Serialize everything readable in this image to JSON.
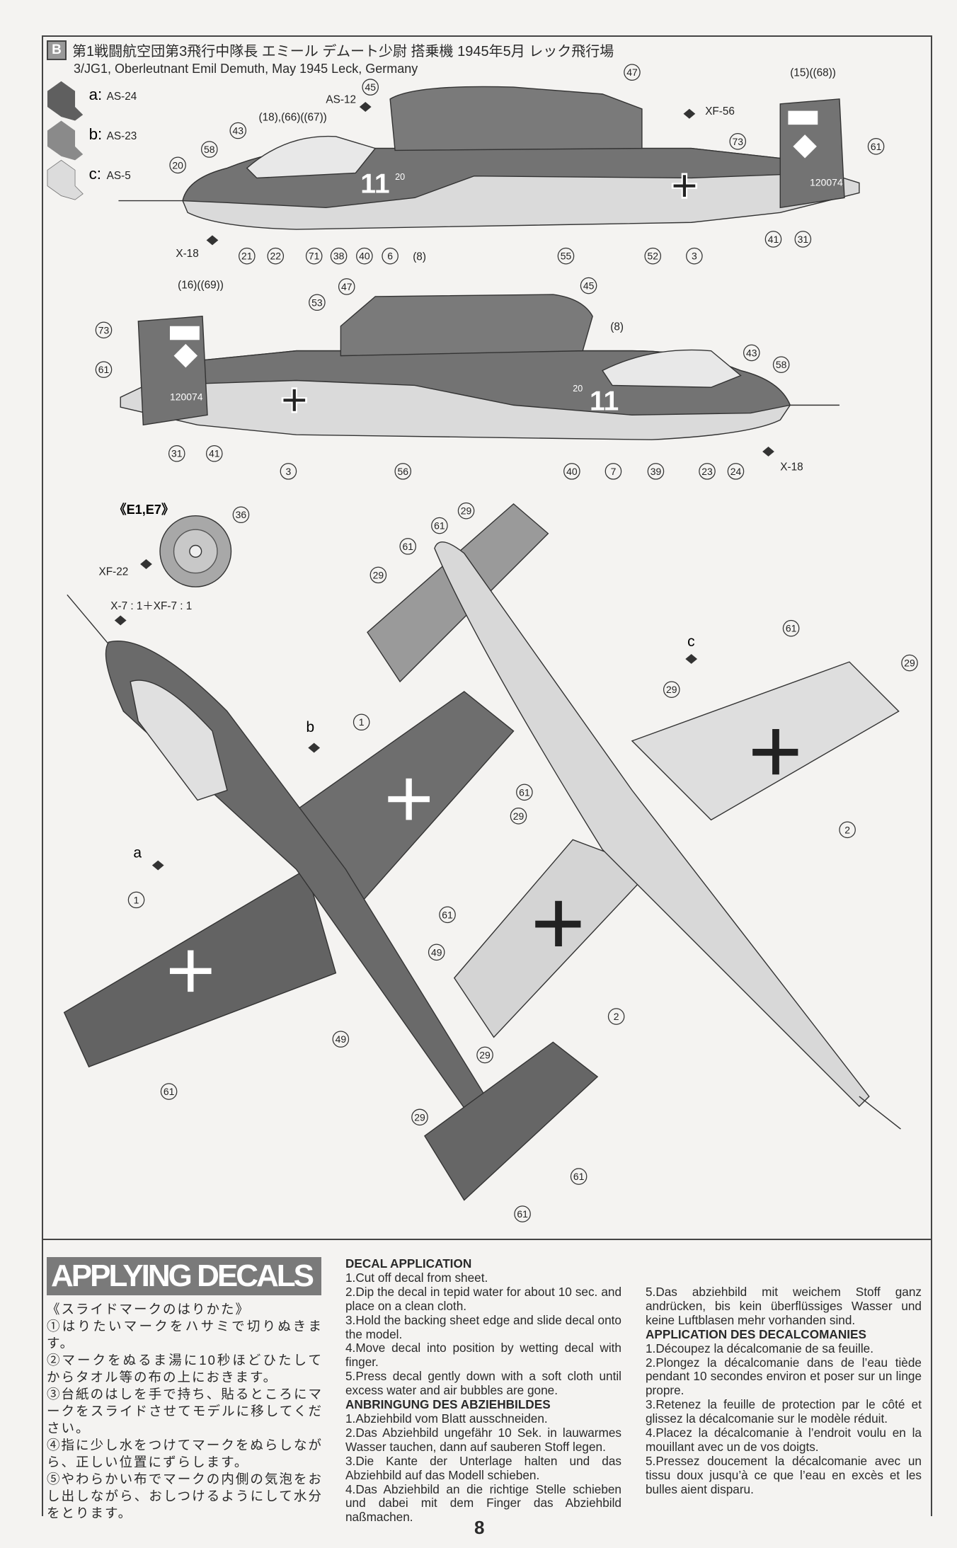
{
  "header": {
    "badge": "B",
    "title_jp": "第1戦闘航空団第3飛行中隊長 エミール デムート少尉 搭乗機 1945年5月 レック飛行場",
    "title_en": "3/JG1, Oberleutnant Emil Demuth, May 1945 Leck, Germany"
  },
  "paint_key": [
    {
      "letter": "a:",
      "code": "AS-24",
      "color": "#5f5f5f"
    },
    {
      "letter": "b:",
      "code": "AS-23",
      "color": "#8a8a8a"
    },
    {
      "letter": "c:",
      "code": "AS-5",
      "color": "#dcdcdc"
    }
  ],
  "side_view_1": {
    "paints": {
      "intake": "AS-12",
      "exhaust": "XF-56",
      "pitot": "X-18"
    },
    "markings": {
      "number": "11",
      "small_number": "20",
      "serial": "120074"
    },
    "callouts": [
      "45",
      "47",
      "(15)((68))",
      "73",
      "61",
      "43",
      "(18),(66)((67))",
      "58",
      "20",
      "21",
      "22",
      "71",
      "38",
      "40",
      "6",
      "(8)",
      "55",
      "52",
      "3",
      "41",
      "31"
    ]
  },
  "side_view_2": {
    "paints": {
      "pitot": "X-18"
    },
    "markings": {
      "number": "11",
      "small_number": "20",
      "serial": "120074"
    },
    "callouts": [
      "(16)((69))",
      "53",
      "47",
      "45",
      "73",
      "61",
      "(8)",
      "43",
      "58",
      "31",
      "41",
      "3",
      "56",
      "40",
      "7",
      "39",
      "23",
      "24"
    ]
  },
  "wheel": {
    "label": "《E1,E7》",
    "callout": "36",
    "paint": "XF-22"
  },
  "plan_views": {
    "pitot_paint": "X-7 : 1＋XF-7 : 1",
    "color_labels": {
      "b": "b",
      "a": "a",
      "c": "c"
    },
    "callouts": [
      "1",
      "61",
      "1",
      "49",
      "49",
      "61",
      "29",
      "61",
      "61",
      "29",
      "61",
      "61",
      "29",
      "61",
      "29",
      "29",
      "29",
      "2",
      "61",
      "2",
      "29"
    ]
  },
  "decals": {
    "title": "APPLYING DECALS",
    "jp": [
      "《スライドマークのはりかた》",
      "①はりたいマークをハサミで切りぬきます。",
      "②マークをぬるま湯に10秒ほどひたしてからタオル等の布の上におきます。",
      "③台紙のはしを手で持ち、貼るところにマークをスライドさせてモデルに移してください。",
      "④指に少し水をつけてマークをぬらしながら、正しい位置にずらします。",
      "⑤やわらかい布でマークの内側の気泡をおし出しながら、おしつけるようにして水分をとります。"
    ],
    "en_title": "DECAL APPLICATION",
    "en": [
      "1.Cut off decal from sheet.",
      "2.Dip the decal in tepid water for about 10 sec. and place on a clean cloth.",
      "3.Hold the backing sheet edge and slide decal onto the model.",
      "4.Move decal into position by wetting decal with finger.",
      "5.Press decal gently down with a soft cloth until excess water and air bubbles are gone."
    ],
    "de_title": "ANBRINGUNG DES ABZIEHBILDES",
    "de": [
      "1.Abziehbild vom Blatt ausschneiden.",
      "2.Das Abziehbild ungefähr 10 Sek. in lauwarmes Wasser tauchen, dann auf sauberen Stoff legen.",
      "3.Die Kante der Unterlage halten und das Abziehbild auf das Modell schieben.",
      "4.Das Abziehbild an die richtige Stelle schieben und dabei mit dem Finger das Abziehbild naßmachen.",
      "5.Das abziehbild mit weichem Stoff ganz andrücken, bis kein überflüssiges Wasser und keine Luftblasen mehr vorhanden sind."
    ],
    "fr_title": "APPLICATION DES DECALCOMANIES",
    "fr": [
      "1.Découpez la décalcomanie de sa feuille.",
      "2.Plongez la décalcomanie dans de l’eau tiède pendant 10 secondes environ et poser sur un linge propre.",
      "3.Retenez la feuille de protection par le côté et glissez la décalcomanie sur le modèle réduit.",
      "4.Placez la décalcomanie à l’endroit voulu en la mouillant avec un de vos doigts.",
      "5.Pressez doucement la décalcomanie avec un tissu doux jusqu’à ce que l’eau en excès et les bulles aient disparu."
    ]
  },
  "page_number": "8"
}
